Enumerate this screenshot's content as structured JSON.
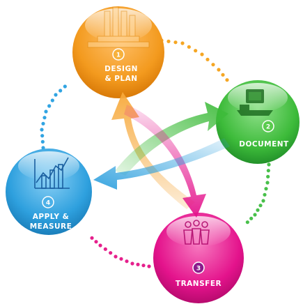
{
  "colors": {
    "orange": "#f39a1e",
    "green": "#3dbb3a",
    "pink": "#e4138c",
    "blue": "#2ea0de",
    "dots_orange": "#f5a623",
    "dots_green": "#48c04a",
    "dots_pink": "#e5208c",
    "dots_blue": "#31a4e2"
  },
  "steps": [
    {
      "number": "1",
      "line1": "Design",
      "line2": "& Plan",
      "icon": "building-icon"
    },
    {
      "number": "2",
      "line1": "Document",
      "line2": "",
      "icon": "computer-icon"
    },
    {
      "number": "3",
      "line1": "Transfer",
      "line2": "",
      "icon": "people-icon"
    },
    {
      "number": "4",
      "line1": "Apply &",
      "line2": "Measure",
      "icon": "chart-icon"
    }
  ]
}
